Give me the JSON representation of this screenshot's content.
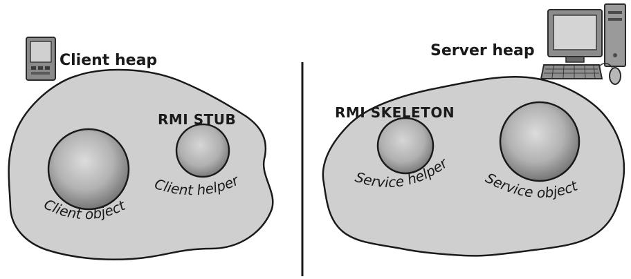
{
  "client_side": {
    "heap_label": "Client heap",
    "stub_label": "RMI STUB",
    "object_label": "Client object",
    "helper_label": "Client helper"
  },
  "server_side": {
    "heap_label": "Server heap",
    "skeleton_label": "RMI SKELETON",
    "helper_label": "Service helper",
    "object_label": "Service object"
  },
  "icons": {
    "client_device": "handheld-device-icon",
    "server_device": "desktop-computer-icon"
  },
  "colors": {
    "heap_fill": "#cfcfcf",
    "sphere_center": "#d9d9d9",
    "sphere_edge": "#6e6e6e",
    "outline": "#1a1a1a"
  }
}
